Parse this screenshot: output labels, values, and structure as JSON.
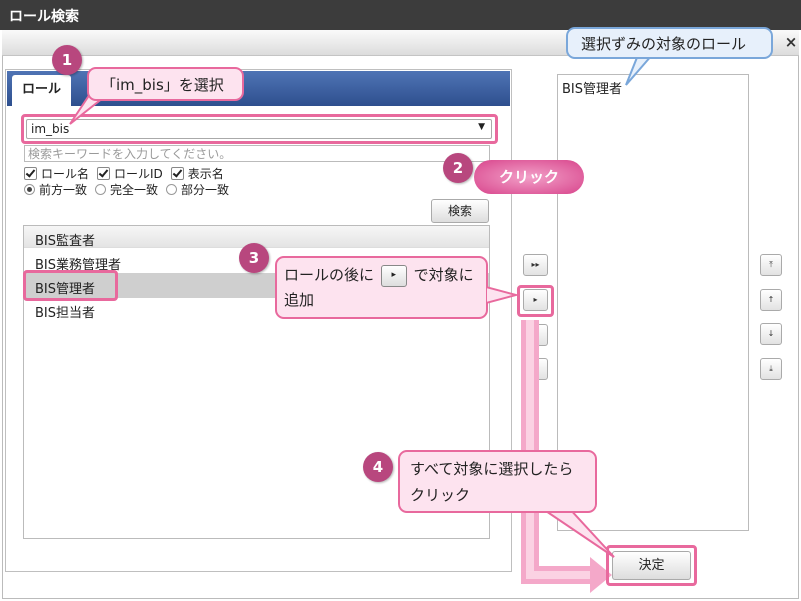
{
  "window": {
    "title": "ロール検索",
    "close_icon": "×"
  },
  "tabs": [
    {
      "label": "ロール"
    }
  ],
  "role_select": {
    "value": "im_bis"
  },
  "search": {
    "placeholder": "検索キーワードを入力してください。"
  },
  "checkboxes": [
    {
      "label": "ロール名",
      "checked": true
    },
    {
      "label": "ロールID",
      "checked": true
    },
    {
      "label": "表示名",
      "checked": true
    }
  ],
  "match_options": [
    {
      "label": "前方一致",
      "selected": true
    },
    {
      "label": "完全一致",
      "selected": false
    },
    {
      "label": "部分一致",
      "selected": false
    }
  ],
  "search_button": {
    "label": "検索"
  },
  "results": [
    {
      "name": "BIS監査者"
    },
    {
      "name": "BIS業務管理者"
    },
    {
      "name": "BIS管理者"
    },
    {
      "name": "BIS担当者"
    }
  ],
  "transfer_buttons": {
    "add_all": "▸▸",
    "add": "▸"
  },
  "selected_list": [
    "BIS管理者"
  ],
  "order_buttons": {
    "top": "⤒",
    "up": "↑",
    "down": "↓",
    "bottom": "⤓"
  },
  "confirm_button": {
    "label": "決定"
  },
  "annotations": {
    "step1": {
      "num": "1",
      "text": "「im_bis」を選択"
    },
    "step2": {
      "num": "2",
      "text": "クリック"
    },
    "step3": {
      "num": "3",
      "text_before": "ロールの後に",
      "icon": "▸",
      "text_after": "で対象に",
      "text_line2": "追加"
    },
    "step4": {
      "num": "4",
      "line1": "すべて対象に選択したら",
      "line2": "クリック"
    },
    "selected_note": "選択ずみの対象のロール"
  },
  "colors": {
    "highlight": "#e8699d",
    "callout_bg": "#fde3ef",
    "step_circle": "#b8477e",
    "tab_bar": "#3b5fa0",
    "title_bar": "#3c3c3c",
    "note_border": "#7aa7da"
  }
}
